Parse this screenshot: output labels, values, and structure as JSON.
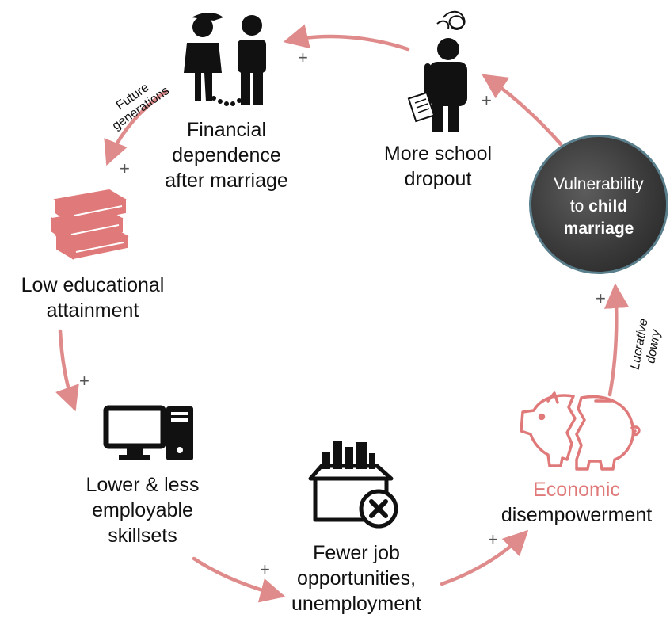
{
  "colors": {
    "arrow": "#e08b8b",
    "accent": "#e07a7a",
    "icon": "#111111",
    "ring": "#5a7f8c"
  },
  "nodes": {
    "financial": {
      "lines": [
        "Financial",
        "dependence",
        "after marriage"
      ],
      "icon": "couple-chained-icon"
    },
    "dropout": {
      "lines": [
        "More school",
        "dropout"
      ],
      "icon": "stressed-student-icon"
    },
    "vulnerability": {
      "line1": "Vulnerability",
      "line2_pre": "to ",
      "line2_bold": "child",
      "line3_bold": "marriage"
    },
    "education": {
      "lines": [
        "Low educational",
        "attainment"
      ],
      "icon": "books-icon"
    },
    "skills": {
      "lines": [
        "Lower & less",
        "employable",
        "skillsets"
      ],
      "icon": "computer-icon"
    },
    "jobs": {
      "lines": [
        "Fewer job",
        "opportunities,",
        "unemployment"
      ],
      "icon": "box-cross-icon"
    },
    "economic": {
      "line1": "Economic",
      "line2": "disempowerment",
      "icon": "broken-piggy-bank-icon"
    }
  },
  "edge_labels": {
    "future": [
      "Future",
      "generations"
    ],
    "dowry": [
      "Lucrative",
      "dowry"
    ]
  },
  "plus_sign": "+"
}
